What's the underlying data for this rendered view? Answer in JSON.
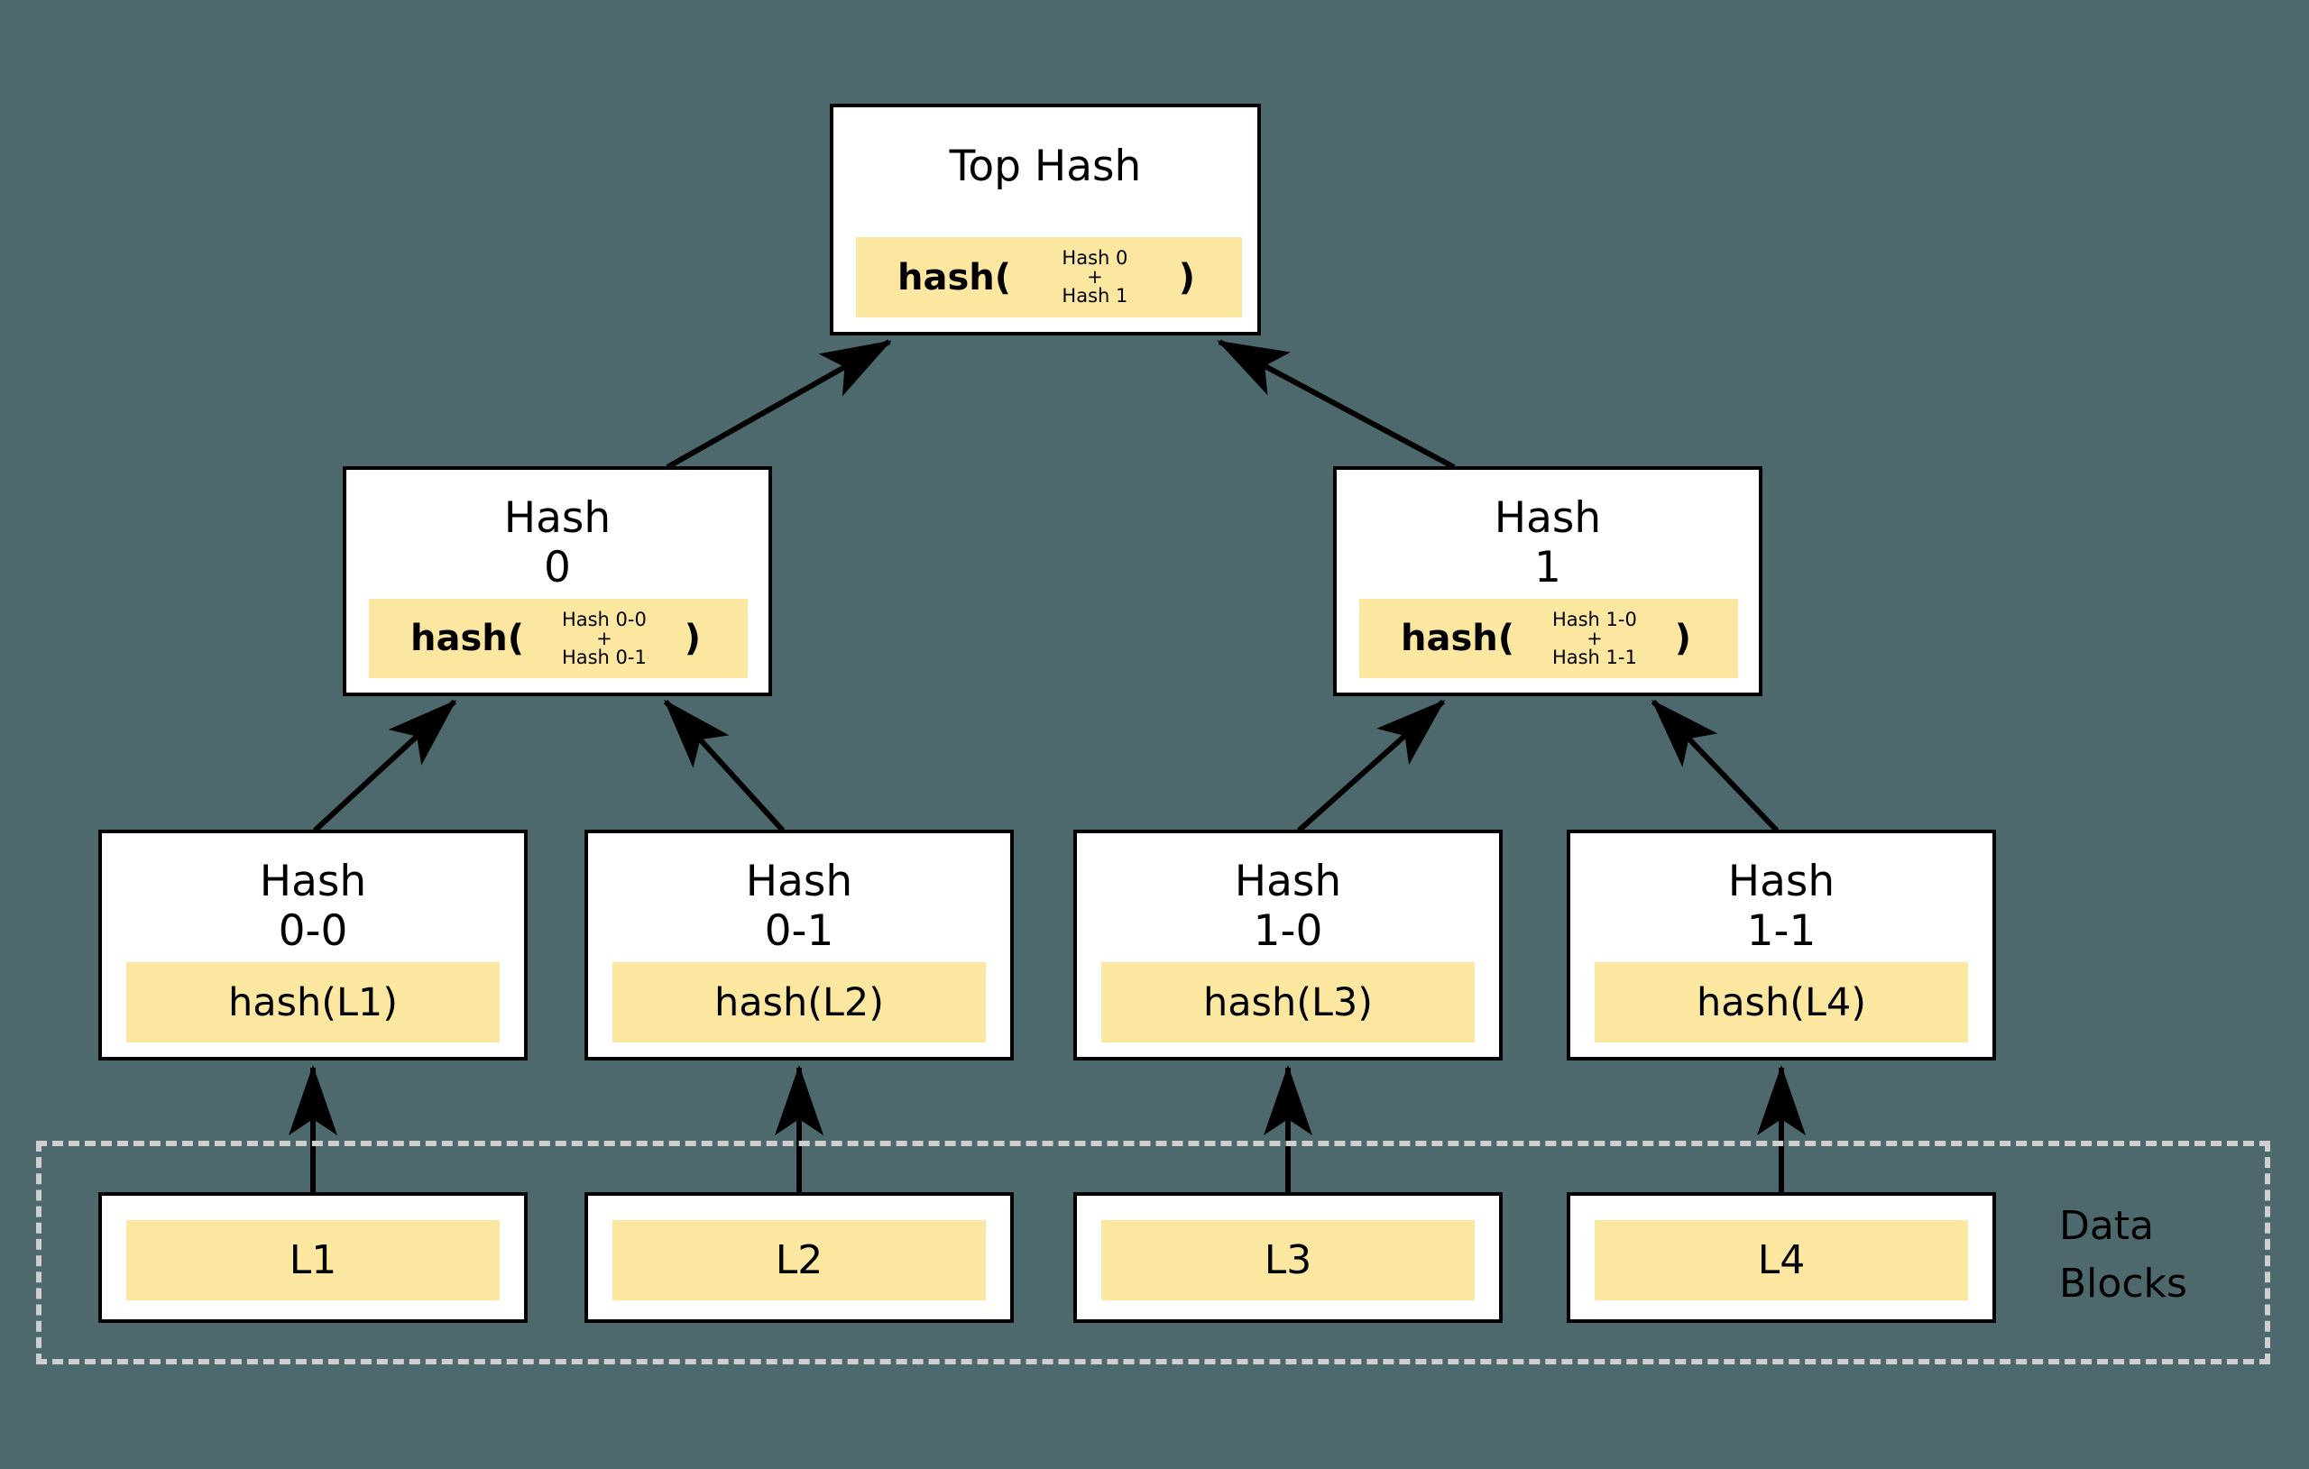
{
  "colors": {
    "background": "#4D696E",
    "node_fill": "#FFFFFF",
    "highlight": "#FBE7A0",
    "node_border": "#000000",
    "dashed_border": "#CFCFCF"
  },
  "tree": {
    "top": {
      "title": "Top Hash",
      "fx_open": "hash(",
      "operand_a": "Hash 0",
      "operator": "+",
      "operand_b": "Hash 1",
      "fx_close": ")"
    },
    "branches": [
      {
        "title_line1": "Hash",
        "title_line2": "0",
        "fx_open": "hash(",
        "operand_a": "Hash 0-0",
        "operator": "+",
        "operand_b": "Hash 0-1",
        "fx_close": ")"
      },
      {
        "title_line1": "Hash",
        "title_line2": "1",
        "fx_open": "hash(",
        "operand_a": "Hash 1-0",
        "operator": "+",
        "operand_b": "Hash 1-1",
        "fx_close": ")"
      }
    ],
    "leaves": [
      {
        "title_line1": "Hash",
        "title_line2": "0-0",
        "formula": "hash(L1)"
      },
      {
        "title_line1": "Hash",
        "title_line2": "0-1",
        "formula": "hash(L2)"
      },
      {
        "title_line1": "Hash",
        "title_line2": "1-0",
        "formula": "hash(L3)"
      },
      {
        "title_line1": "Hash",
        "title_line2": "1-1",
        "formula": "hash(L4)"
      }
    ],
    "data_blocks": [
      {
        "label": "L1"
      },
      {
        "label": "L2"
      },
      {
        "label": "L3"
      },
      {
        "label": "L4"
      }
    ],
    "container": {
      "label_line1": "Data",
      "label_line2": "Blocks"
    }
  }
}
